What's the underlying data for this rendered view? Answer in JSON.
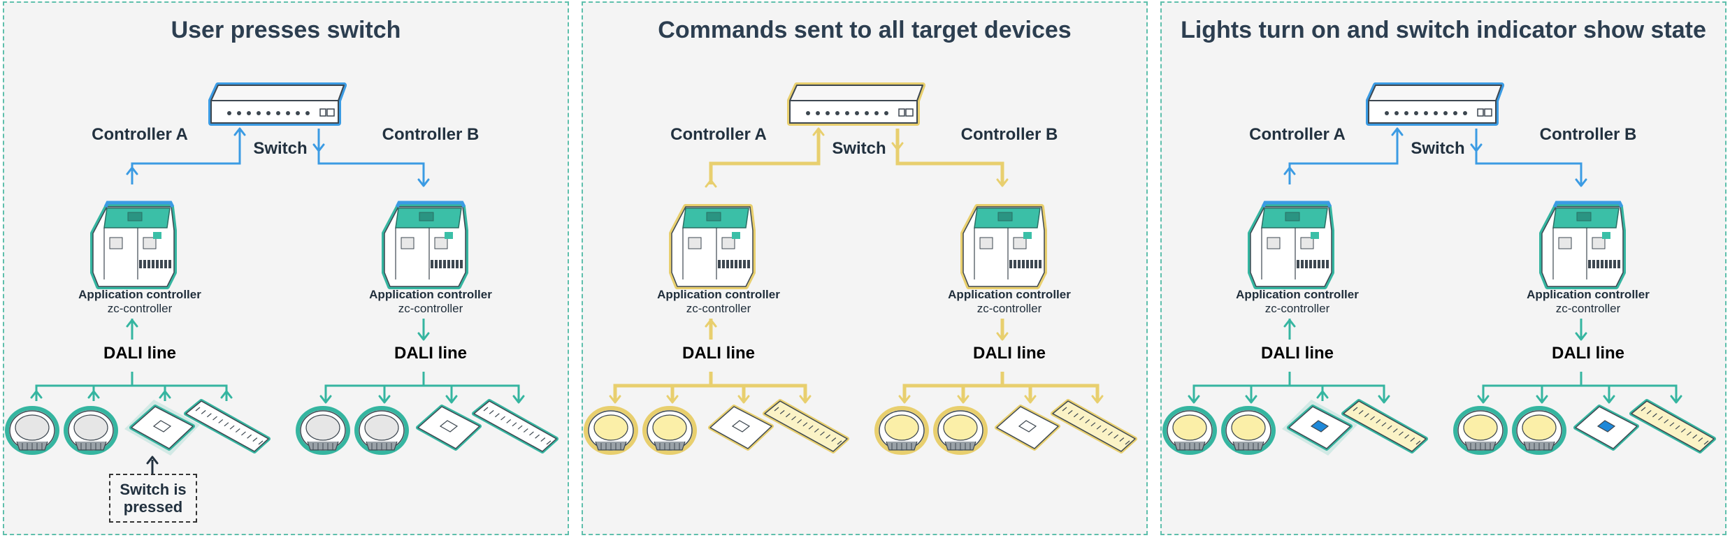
{
  "panels": [
    {
      "title": "User presses switch",
      "mode": "press",
      "controller_a": "Controller A",
      "controller_b": "Controller B",
      "switch_label": "Switch",
      "app_label": "Application controller",
      "app_sub": "zc-controller",
      "dali_label": "DALI line",
      "note": "Switch is pressed"
    },
    {
      "title": "Commands sent to all target devices",
      "mode": "commands",
      "controller_a": "Controller A",
      "controller_b": "Controller B",
      "switch_label": "Switch",
      "app_label": "Application controller",
      "app_sub": "zc-controller",
      "dali_label": "DALI line"
    },
    {
      "title": "Lights turn on and switch indicator show state",
      "mode": "lit",
      "controller_a": "Controller A",
      "controller_b": "Controller B",
      "switch_label": "Switch",
      "app_label": "Application controller",
      "app_sub": "zc-controller",
      "dali_label": "DALI line"
    }
  ],
  "colors": {
    "title": "#2c3e50",
    "teal": "#35b5a0",
    "blue": "#3b9be3",
    "gold": "#e8cf6e",
    "lamp_off": "#e6e6e6",
    "lamp_on": "#fbefa8",
    "indicator_on": "#1e88d9",
    "frame": "#5fbfac"
  }
}
